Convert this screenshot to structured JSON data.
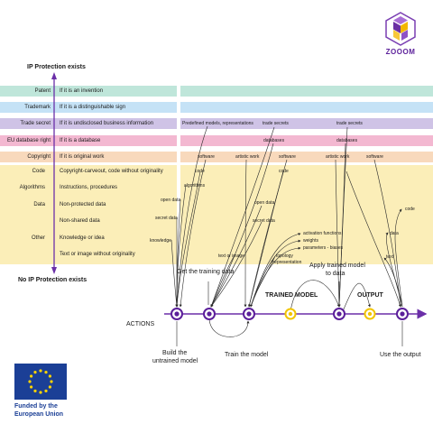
{
  "brand": {
    "name": "ZOOOM"
  },
  "headings": {
    "protection_exists": "IP Protection exists",
    "no_protection": "No IP Protection exists",
    "trained_model": "TRAINED MODEL",
    "output": "OUTPUT",
    "actions": "ACTIONS"
  },
  "rights": [
    {
      "label": "Patent",
      "desc": "If it is an invention",
      "color": "#bfe6da"
    },
    {
      "label": "Trademark",
      "desc": "If it is a distinguishable sign",
      "color": "#c5e2f6"
    },
    {
      "label": "Trade secret",
      "desc": "If it is undisclosed business information",
      "color": "#cfc3e6"
    },
    {
      "label": "EU database right",
      "desc": "If it is a database",
      "color": "#f3b8d1"
    },
    {
      "label": "Copyright",
      "desc": "If it is original work",
      "color": "#f8d9bc"
    }
  ],
  "nonrights": [
    {
      "label": "Code",
      "desc": "Copyright-carveout, code without originality"
    },
    {
      "label": "Algorithms",
      "desc": "Instructions, procedures"
    },
    {
      "label": "Data",
      "desc": "Non-protected data"
    },
    {
      "label": "",
      "desc": "Non-shared data"
    },
    {
      "label": "Other",
      "desc": "Knowledge or idea"
    },
    {
      "label": "",
      "desc": "Text or image without originality"
    }
  ],
  "annotations": {
    "predefined": "Predefined models, representations",
    "trade_secrets_1": "trade secrets",
    "trade_secrets_2": "trade secrets",
    "databases_1": "databases",
    "databases_2": "databases",
    "software_1": "software",
    "artistic_1": "artistic work",
    "software_2": "software",
    "artistic_2": "artistic work",
    "software_3": "software",
    "code_1": "code",
    "code_2": "code",
    "code_3": "code",
    "algorithms": "algorithms",
    "open_data_1": "open data",
    "open_data_2": "open data",
    "secret_data_1": "secret data",
    "secret_data_2": "secret data",
    "knowledge": "knowledge",
    "text_or_image": "text or image",
    "activation": "activation functions",
    "weights": "weights",
    "parameters": "parameters - biases",
    "topology": "topology",
    "representation": "/representation",
    "data": "data",
    "text": "text"
  },
  "actions": {
    "get_training_data": "Get the training data",
    "apply_model_1": "Apply trained model",
    "apply_model_2": "to data",
    "build_1": "Build the",
    "build_2": "untrained model",
    "train": "Train the model",
    "use_output": "Use the output"
  },
  "funding": {
    "line1": "Funded by the",
    "line2": "European Union"
  },
  "colors": {
    "arrow": "#6b2fa8",
    "node": "#5b1f9a",
    "node_yellow": "#f2c500",
    "other_band": "#fbeeb8",
    "eu_blue": "#1b3f96",
    "eu_star": "#ffd400",
    "funding_text": "#1b3f96"
  }
}
